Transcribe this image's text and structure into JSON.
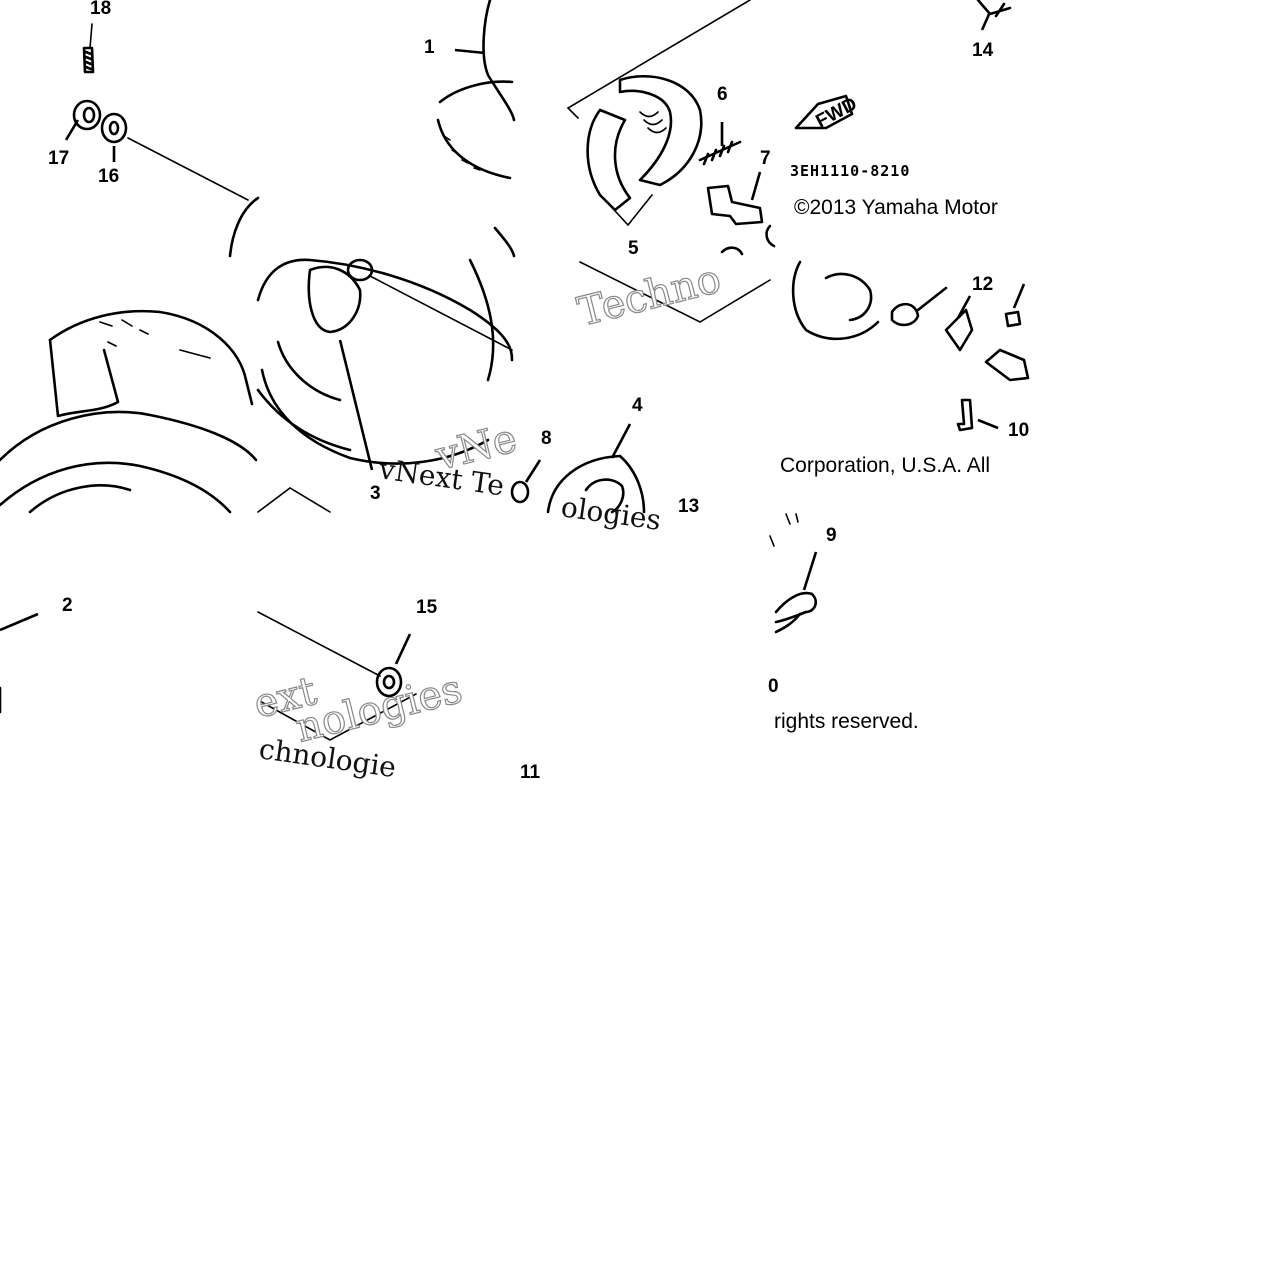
{
  "diagram": {
    "part_code": "3EH1110-8210",
    "fwd_label": "FWD",
    "copyright_lines": [
      "©2013 Yamaha Motor",
      "Corporation, U.S.A. All",
      "rights reserved."
    ],
    "watermark_fragments": [
      "Techno",
      "vNe",
      "vNext Te",
      "ologies",
      "ext",
      "chnologie",
      "nologies"
    ],
    "callouts": [
      "18",
      "1",
      "14",
      "6",
      "7",
      "17",
      "16",
      "5",
      "12",
      "4",
      "8",
      "3",
      "13",
      "10",
      "9",
      "2",
      "15",
      "0",
      "11"
    ]
  }
}
